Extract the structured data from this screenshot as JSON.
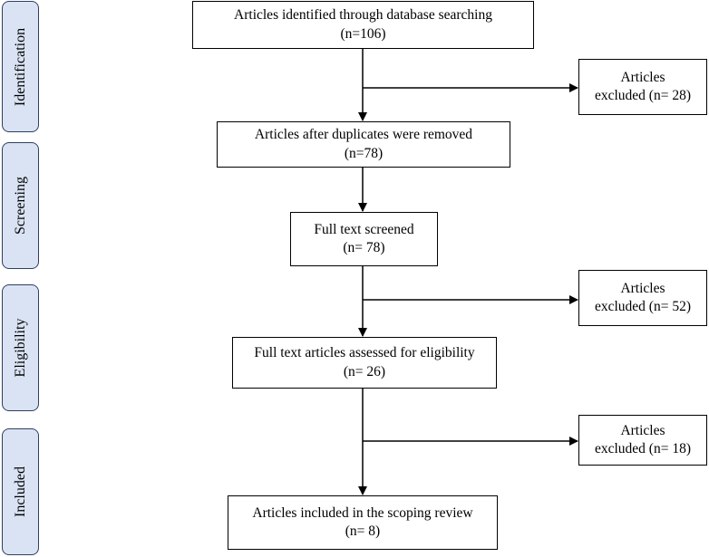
{
  "phases": {
    "identification": "Identification",
    "screening": "Screening",
    "eligibility": "Eligibility",
    "included": "Included"
  },
  "boxes": {
    "identified": {
      "line1": "Articles identified through database searching",
      "line2": "(n=106)"
    },
    "excluded1": {
      "line1": "Articles",
      "line2": "excluded (n= 28)"
    },
    "deduplicated": {
      "line1": "Articles after duplicates were removed",
      "line2": "(n=78)"
    },
    "screened": {
      "line1": "Full text screened",
      "line2": "(n= 78)"
    },
    "excluded2": {
      "line1": "Articles",
      "line2": "excluded (n= 52)"
    },
    "assessed": {
      "line1": "Full text articles assessed for eligibility",
      "line2": "(n= 26)"
    },
    "excluded3": {
      "line1": "Articles",
      "line2": "excluded (n= 18)"
    },
    "included": {
      "line1": "Articles included in the scoping review",
      "line2": "(n= 8)"
    }
  }
}
